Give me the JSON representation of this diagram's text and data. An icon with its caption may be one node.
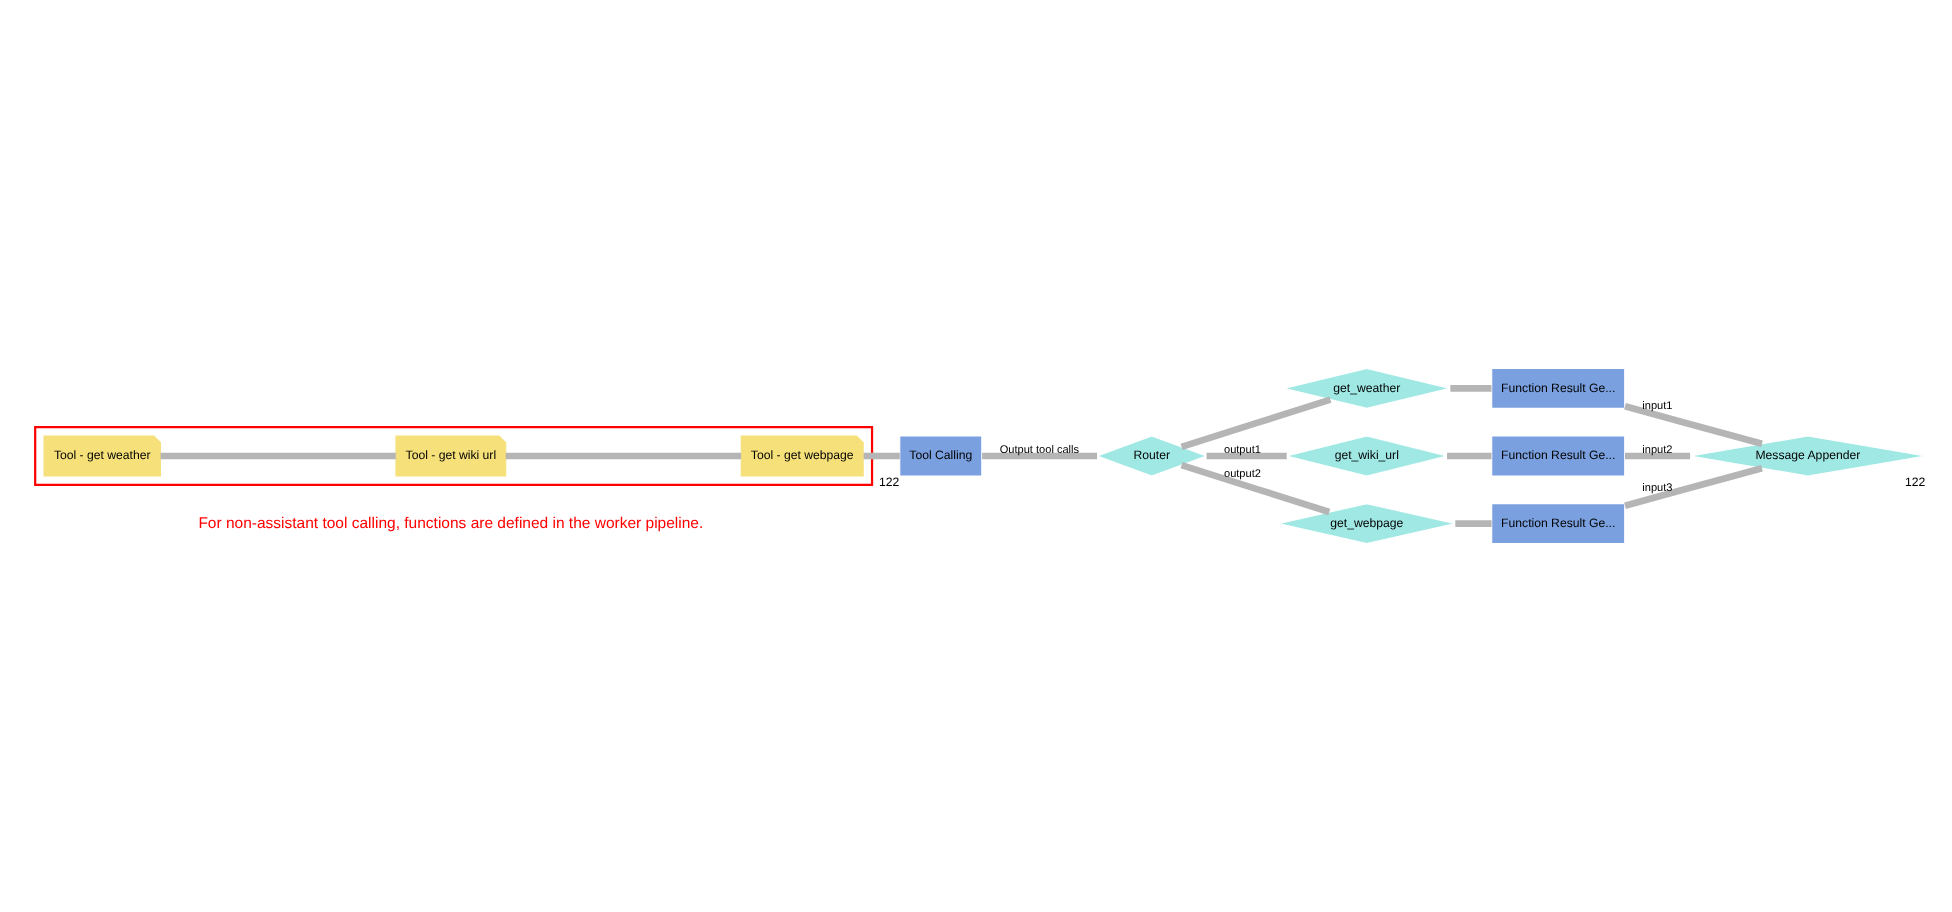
{
  "diagram": {
    "nodes": [
      {
        "text": [],
        "shape": "box"
      },
      {
        "text": [
          "Tool - get weather"
        ],
        "in": 0
      },
      {
        "text": [
          "Tool - get wiki url"
        ],
        "in": 0
      },
      {
        "text": [
          "Tool - get webpage"
        ],
        "in": 0
      },
      {
        "text": [
          "Tool Calling"
        ],
        "beside": [
          "122"
        ]
      },
      {
        "text": [
          "Message Appender"
        ],
        "beside": [
          "122"
        ]
      },
      {
        "text": [
          "Router"
        ]
      },
      {
        "text": [
          "get_weather"
        ]
      },
      {
        "text": [
          "Function Result Ge..."
        ]
      },
      {
        "text": [
          "get_wiki_url"
        ]
      },
      {
        "text": [
          "Function Result Ge..."
        ]
      },
      {
        "text": [
          "get_webpage"
        ]
      },
      {
        "text": [
          "Function Result Ge..."
        ]
      }
    ],
    "edges": [
      {
        "from": 1,
        "to": 2,
        "arrow": "none"
      },
      {
        "from": 2,
        "to": 3,
        "arrow": "none"
      },
      {
        "from": 3,
        "to": 4,
        "arrow": "none"
      },
      {
        "from": 4,
        "to": 6,
        "arrow": "none",
        "label": "Output tool calls"
      },
      {
        "from": 6,
        "to": 7,
        "arrow": "none"
      },
      {
        "from": 6,
        "to": 9,
        "arrow": "none",
        "label": "output1"
      },
      {
        "from": 6,
        "to": 11,
        "arrow": "none",
        "label": "output2"
      },
      {
        "from": 7,
        "to": 8,
        "arrow": "none"
      },
      {
        "from": 9,
        "to": 10,
        "arrow": "none"
      },
      {
        "from": 11,
        "to": 12,
        "arrow": "none"
      },
      {
        "from": 8,
        "to": 5,
        "arrow": "none",
        "label": "input1"
      },
      {
        "from": 10,
        "to": 5,
        "arrow": "none",
        "label": "input2"
      },
      {
        "from": 12,
        "to": 5,
        "arrow": "none",
        "label": "input3"
      }
    ],
    "labels": [
      "For non-assistant tool calling, functions are defined in the worker pipeline."
    ]
  }
}
